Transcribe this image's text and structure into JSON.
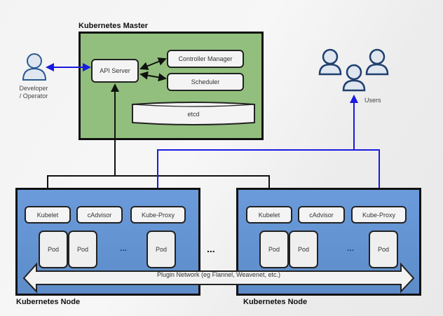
{
  "master": {
    "title": "Kubernetes Master",
    "api_server": "API Server",
    "controller_manager": "Controller Manager",
    "scheduler": "Scheduler",
    "etcd": "etcd"
  },
  "developer": {
    "label_line1": "Developer",
    "label_line2": "/ Operator",
    "icon": "user-icon"
  },
  "users": {
    "label": "Users",
    "icon": "users-group-icon"
  },
  "nodes": [
    {
      "title": "Kubernetes Node",
      "kubelet": "Kubelet",
      "cadvisor": "cAdvisor",
      "kube_proxy": "Kube-Proxy",
      "pods": [
        "Pod",
        "Pod",
        "Pod"
      ],
      "ellipsis": "..."
    },
    {
      "title": "Kubernetes Node",
      "kubelet": "Kubelet",
      "cadvisor": "cAdvisor",
      "kube_proxy": "Kube-Proxy",
      "pods": [
        "Pod",
        "Pod",
        "Pod"
      ],
      "ellipsis": "..."
    }
  ],
  "between_nodes_ellipsis": "...",
  "plugin_network": "Plugin Network (eg Flannel, Weavenet, etc.)",
  "colors": {
    "master_fill": "#92bf7d",
    "node_fill": "#6b9bdb",
    "user_arrow": "#1a1ae0",
    "control_arrow": "#111111"
  }
}
